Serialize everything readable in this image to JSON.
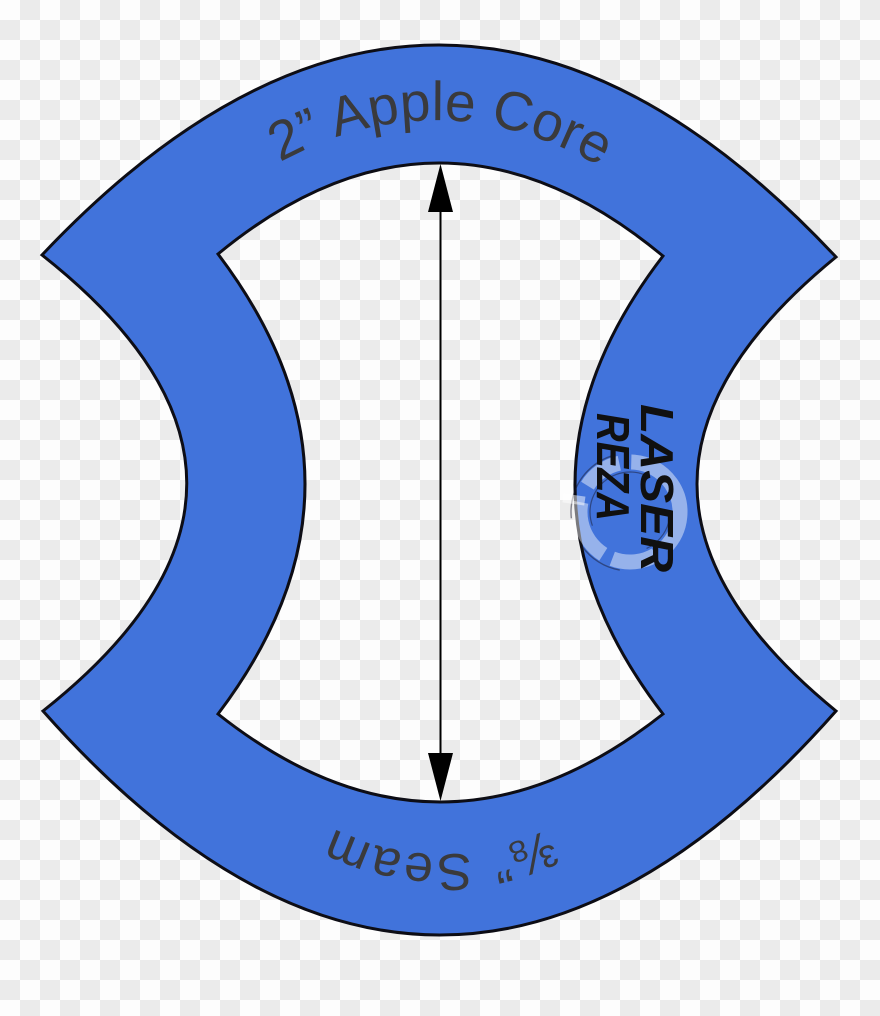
{
  "artwork": {
    "title_label": "2” Apple Core",
    "seam_label": "⅜” Seam",
    "watermark": {
      "line1": "REZA",
      "line2": "LASER"
    }
  },
  "colors": {
    "template_fill": "#4173db",
    "template_outline": "#0d0d15",
    "label_text": "#3a3a3c",
    "arrow": "#000000",
    "watermark_text": "#101010",
    "checker_light": "#fdfdfd",
    "checker_dark": "#ebebeb"
  }
}
